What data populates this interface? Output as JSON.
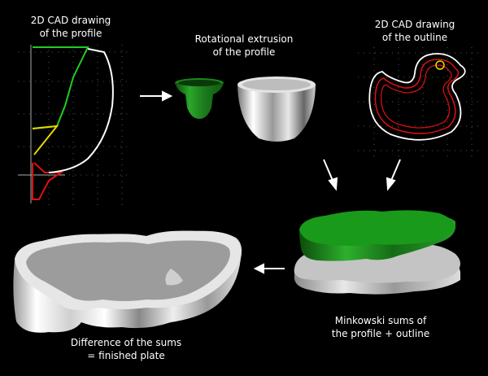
{
  "labels": {
    "profile_drawing": [
      "2D CAD drawing",
      "of the profile"
    ],
    "rotational_extrusion": [
      "Rotational extrusion",
      "of the profile"
    ],
    "outline_drawing": [
      "2D CAD drawing",
      "of the outline"
    ],
    "minkowski_sums": [
      "Minkowski sums of",
      "the profile + outline"
    ],
    "difference": [
      "Difference of the sums",
      "= finished plate"
    ]
  },
  "colors": {
    "background": "#000000",
    "profile_green": "#22cc22",
    "profile_yellow": "#e8d800",
    "profile_red": "#dd1111",
    "profile_white": "#ffffff",
    "grid": "#666666",
    "solid_green": "#1a9a1a",
    "solid_gray": "#b5b5b5",
    "arrow": "#ffffff"
  },
  "icons": {
    "arrow_right": "arrow-right-icon",
    "arrow_down": "arrow-down-icon",
    "arrow_left": "arrow-left-icon"
  }
}
